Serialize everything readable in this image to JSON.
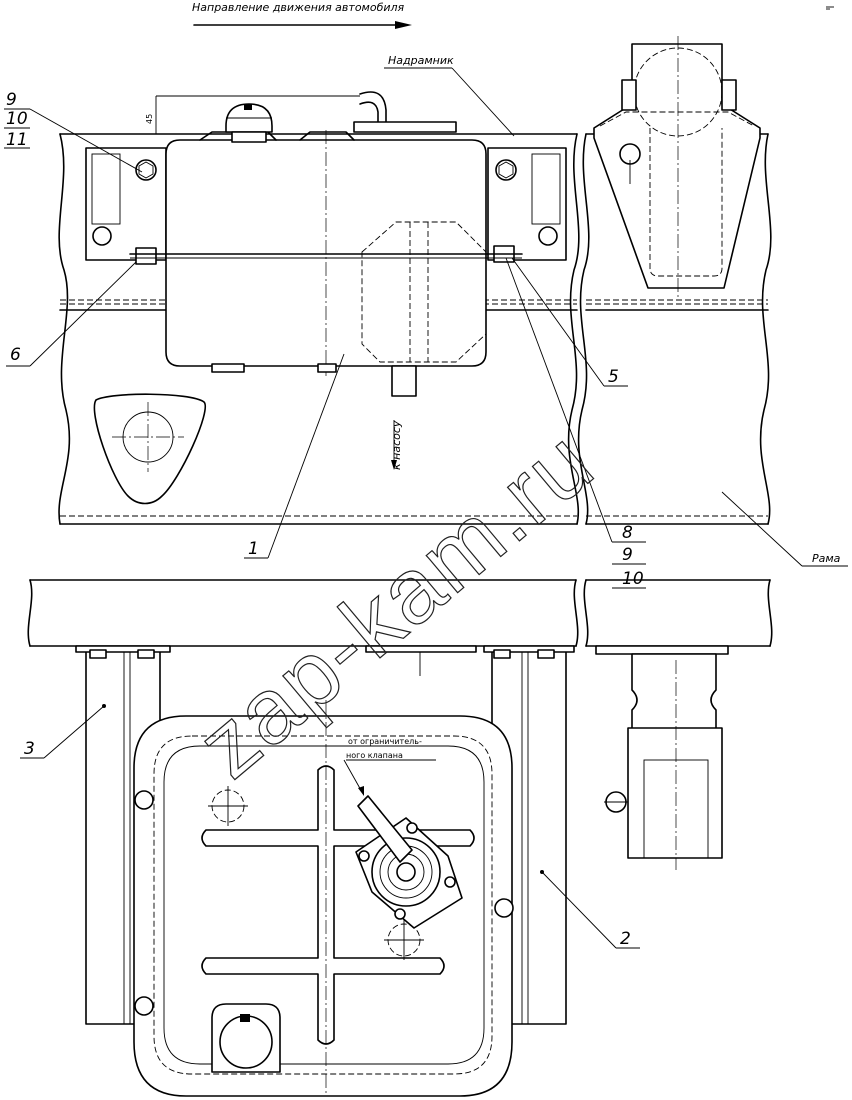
{
  "direction_caption": "Направление движения автомобиля",
  "labels": {
    "subframe": "Надрамник",
    "frame": "Рама",
    "to_pump": "к насосу",
    "from_valve_line1": "от ограничитель-",
    "from_valve_line2": "ного клапана",
    "dimension": "45"
  },
  "callouts": {
    "c9_top": "9",
    "c10_top": "10",
    "c11_top": "11",
    "c6": "6",
    "c5": "5",
    "c1": "1",
    "c8": "8",
    "c9_right": "9",
    "c10_right": "10",
    "c3": "3",
    "c2": "2"
  },
  "watermark": "zap-kam.ru"
}
